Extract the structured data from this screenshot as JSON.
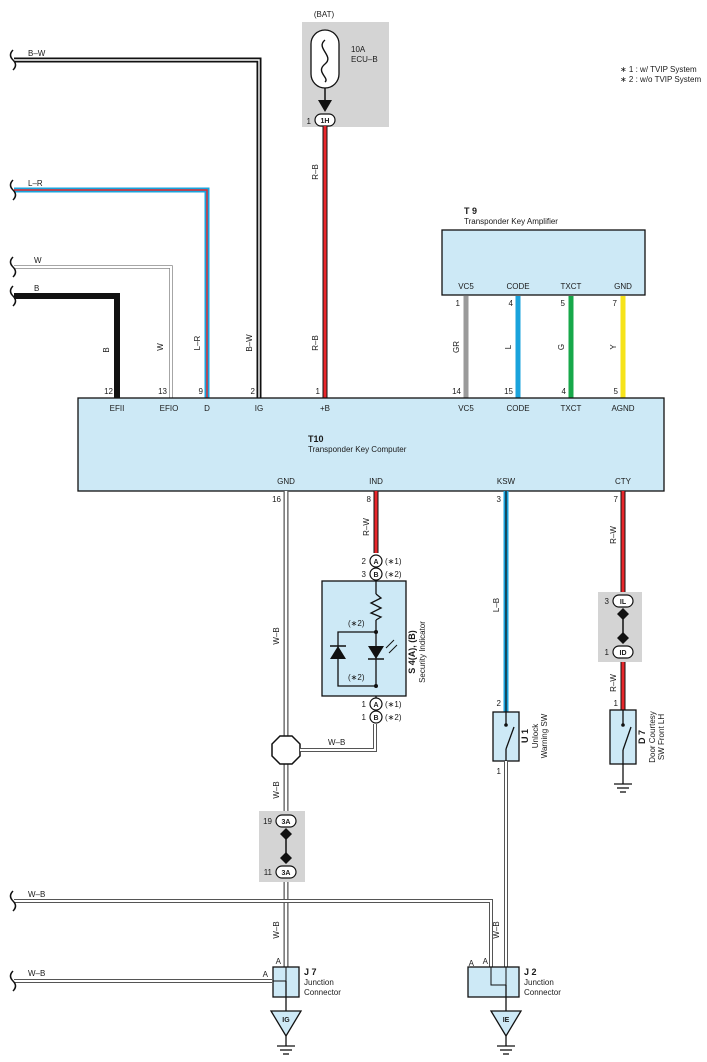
{
  "notes": {
    "n1": "∗ 1 : w/ TVIP System",
    "n2": "∗ 2 : w/o TVIP System"
  },
  "fuse": {
    "source": "(BAT)",
    "rating": "10A",
    "name": "ECU–B",
    "pin": "1",
    "conn": "1H"
  },
  "left_wires": {
    "bw": "B–W",
    "lr": "L–R",
    "w": "W",
    "b": "B"
  },
  "vertical_labels": {
    "b": "B",
    "w": "W",
    "lr": "L–R",
    "bw": "B–W",
    "rb_top": "R–B",
    "rb": "R–B",
    "gr": "GR",
    "l": "L",
    "g": "G",
    "y": "Y"
  },
  "amplifier": {
    "code": "T 9",
    "name": "Transponder Key Amplifier",
    "pins": [
      {
        "label": "VC5",
        "num": "1"
      },
      {
        "label": "CODE",
        "num": "4"
      },
      {
        "label": "TXCT",
        "num": "5"
      },
      {
        "label": "GND",
        "num": "7"
      }
    ]
  },
  "computer": {
    "code": "T10",
    "name": "Transponder Key Computer",
    "top_pins": [
      {
        "label": "EFII",
        "num": "12"
      },
      {
        "label": "EFIO",
        "num": "13"
      },
      {
        "label": "D",
        "num": "9"
      },
      {
        "label": "IG",
        "num": "2"
      },
      {
        "label": "+B",
        "num": "1"
      },
      {
        "label": "VC5",
        "num": "14"
      },
      {
        "label": "CODE",
        "num": "15"
      },
      {
        "label": "TXCT",
        "num": "4"
      },
      {
        "label": "AGND",
        "num": "5"
      }
    ],
    "bottom_pins": [
      {
        "label": "GND",
        "num": "16"
      },
      {
        "label": "IND",
        "num": "8"
      },
      {
        "label": "KSW",
        "num": "3"
      },
      {
        "label": "CTY",
        "num": "7"
      }
    ]
  },
  "indicator": {
    "code": "S 4(A), (B)",
    "name": "Security Indicator",
    "top": [
      {
        "num": "2",
        "conn": "A",
        "note": "(∗1)"
      },
      {
        "num": "3",
        "conn": "B",
        "note": "(∗2)"
      }
    ],
    "bottom": [
      {
        "num": "1",
        "conn": "A",
        "note": "(∗1)"
      },
      {
        "num": "1",
        "conn": "B",
        "note": "(∗2)"
      }
    ],
    "inner_top": "(∗2)",
    "inner_bottom": "(∗2)"
  },
  "wire_labels": {
    "rw_ind": "R–W",
    "wb_gnd": "W–B",
    "wb_branch": "W–B",
    "wb_lower": "W–B",
    "lb": "L–B",
    "rw_cty": "R–W",
    "rw_cty2": "R–W",
    "wb_j7": "W–B",
    "wb_j2": "W–B",
    "wb_left1": "W–B",
    "wb_left2": "W–B"
  },
  "conn_3a": {
    "conn": "3A",
    "pin_top": "19",
    "pin_bottom": "11"
  },
  "conn_il": {
    "top_conn": "IL",
    "top_pin": "3",
    "bottom_conn": "ID",
    "bottom_pin": "1"
  },
  "unlock_sw": {
    "code": "U 1",
    "line1": "Unlock",
    "line2": "Warning SW",
    "pin_top": "2",
    "pin_bottom": "1"
  },
  "door_sw": {
    "code": "D 7",
    "line1": "Door Courtesy",
    "line2": "SW Front LH",
    "pin": "1"
  },
  "j7": {
    "code": "J 7",
    "line1": "Junction",
    "line2": "Connector",
    "pin_left": "A",
    "pin_top": "A",
    "ground": "IG"
  },
  "j2": {
    "code": "J 2",
    "line1": "Junction",
    "line2": "Connector",
    "pin_left": "A",
    "pin_top": "A",
    "ground": "IE"
  },
  "colors": {
    "box_fill": "#cde9f6",
    "splice_fill": "#d4d4d4",
    "black": "#111111",
    "red": "#e8262b",
    "blue": "#1aa3dc",
    "gray": "#9a9a9a",
    "green": "#17a84a",
    "yellow": "#f6e31a"
  }
}
